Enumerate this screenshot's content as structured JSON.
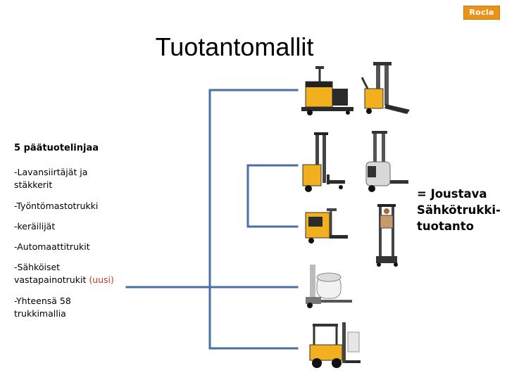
{
  "logo": {
    "text": "Rocla",
    "color": "#e8931a"
  },
  "title": "Tuotantomallit",
  "left": {
    "heading": "5 päätuotelinjaa",
    "item1_line1": "-Lavansiirtäjät ja",
    "item1_line2": "stäkkerit",
    "item2": "-Työntömastotrukki",
    "item3": "-keräilijät",
    "item4": "-Automaattitrukit",
    "item5_line1": "-Sähköiset",
    "item5_line2": "vastapainotrukit",
    "item5_new": "(uusi)",
    "item6_line1": "-Yhteensä 58",
    "item6_line2": "trukkimallia"
  },
  "right_note": {
    "line1": "= Joustava",
    "line2": "Sähkötrukki-",
    "line3": "tuotanto"
  },
  "colors": {
    "connector": "#4a6fa5",
    "accent": "#f2b01e",
    "new_label": "#c0392b"
  },
  "images": [
    "pallet-truck-yellow-icon",
    "stacker-yellow-icon",
    "reach-truck-yellow-icon",
    "reach-truck-grey-icon",
    "order-picker-yellow-icon",
    "order-picker-tall-icon",
    "automated-truck-icon",
    "counterbalance-truck-icon"
  ]
}
